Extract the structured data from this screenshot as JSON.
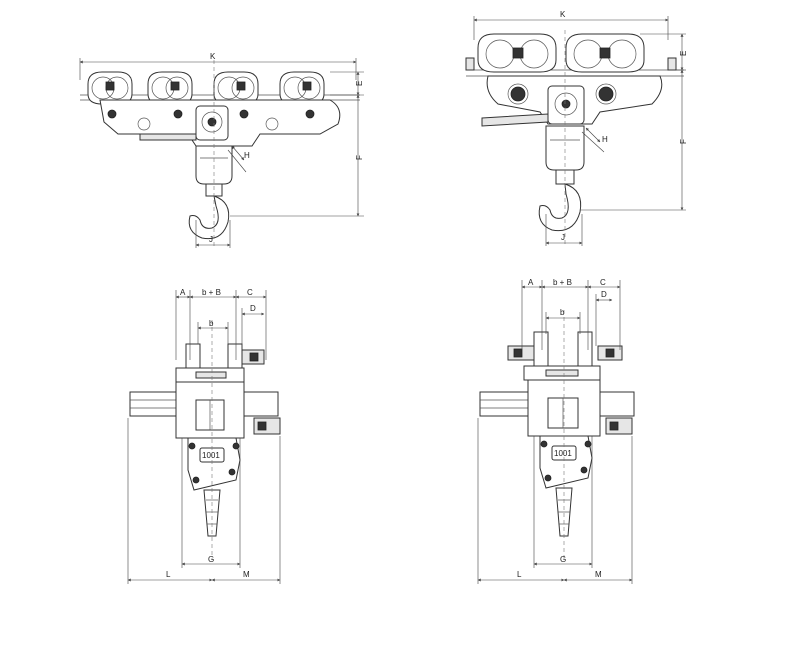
{
  "labels": {
    "K": "K",
    "E": "E",
    "F": "F",
    "H": "H",
    "J": "J",
    "A": "A",
    "bB": "b + B",
    "C": "C",
    "D": "D",
    "b": "b",
    "G": "G",
    "L": "L",
    "M": "M",
    "display": "1001"
  }
}
